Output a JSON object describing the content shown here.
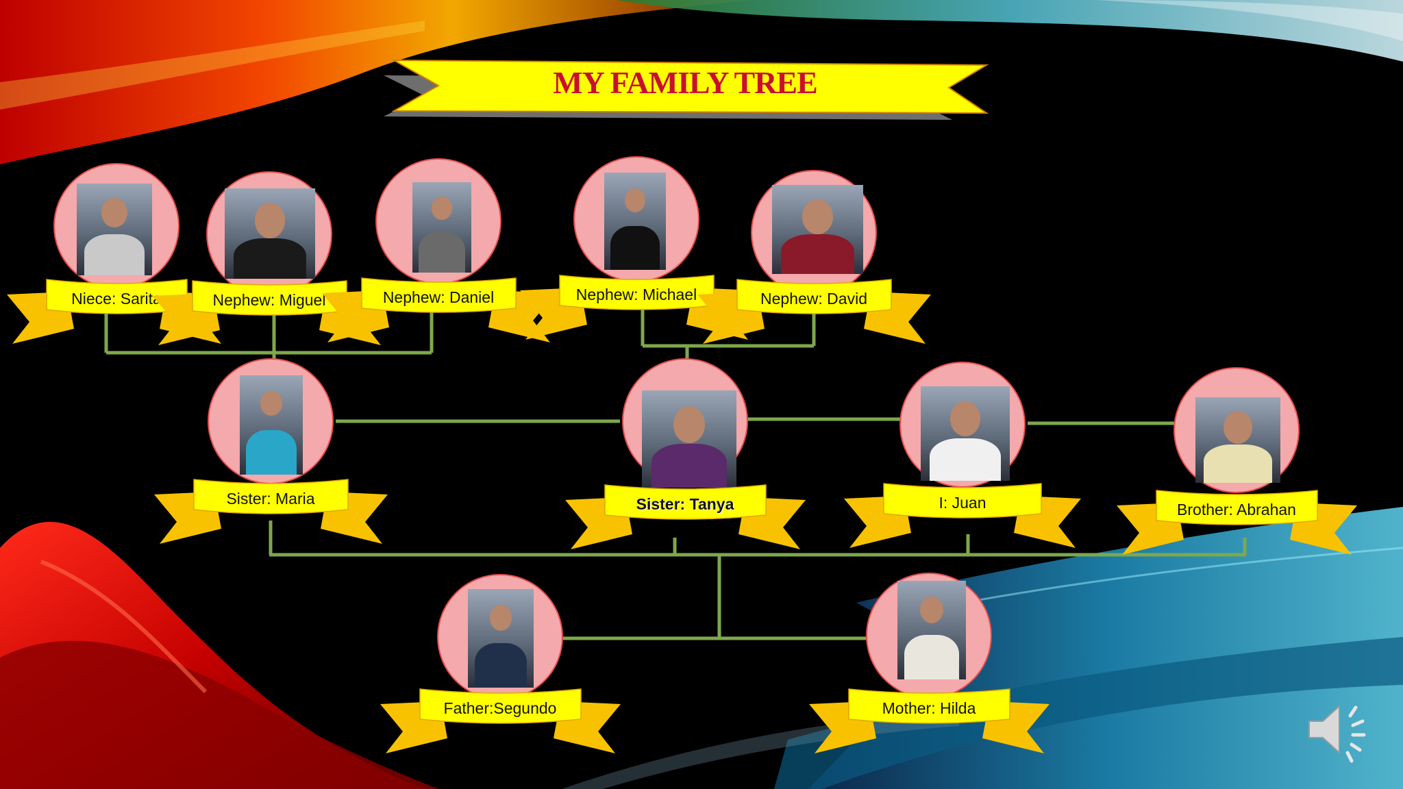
{
  "title": "MY FAMILY TREE",
  "colors": {
    "banner_yellow": "#ffff00",
    "ribbon_gold": "#f8c200",
    "circle_fill": "#f4a9ac",
    "title_red": "#c8102e",
    "connector_green": "#7ea84c"
  },
  "members": [
    {
      "id": "sarita",
      "label": "Niece: Sarita",
      "bold": false
    },
    {
      "id": "miguel",
      "label": "Nephew: Miguel",
      "bold": false
    },
    {
      "id": "daniel",
      "label": "Nephew: Daniel",
      "bold": false
    },
    {
      "id": "michael",
      "label": "Nephew: Michael",
      "bold": false
    },
    {
      "id": "david",
      "label": "Nephew: David",
      "bold": false
    },
    {
      "id": "maria",
      "label": "Sister: Maria",
      "bold": false
    },
    {
      "id": "tanya",
      "label": "Sister: Tanya",
      "bold": true
    },
    {
      "id": "juan",
      "label": "I: Juan",
      "bold": false
    },
    {
      "id": "abrahan",
      "label": "Brother: Abrahan",
      "bold": false
    },
    {
      "id": "segundo",
      "label": "Father:Segundo",
      "bold": false
    },
    {
      "id": "hilda",
      "label": "Mother: Hilda",
      "bold": false
    }
  ],
  "audio_icon": "speaker-icon"
}
